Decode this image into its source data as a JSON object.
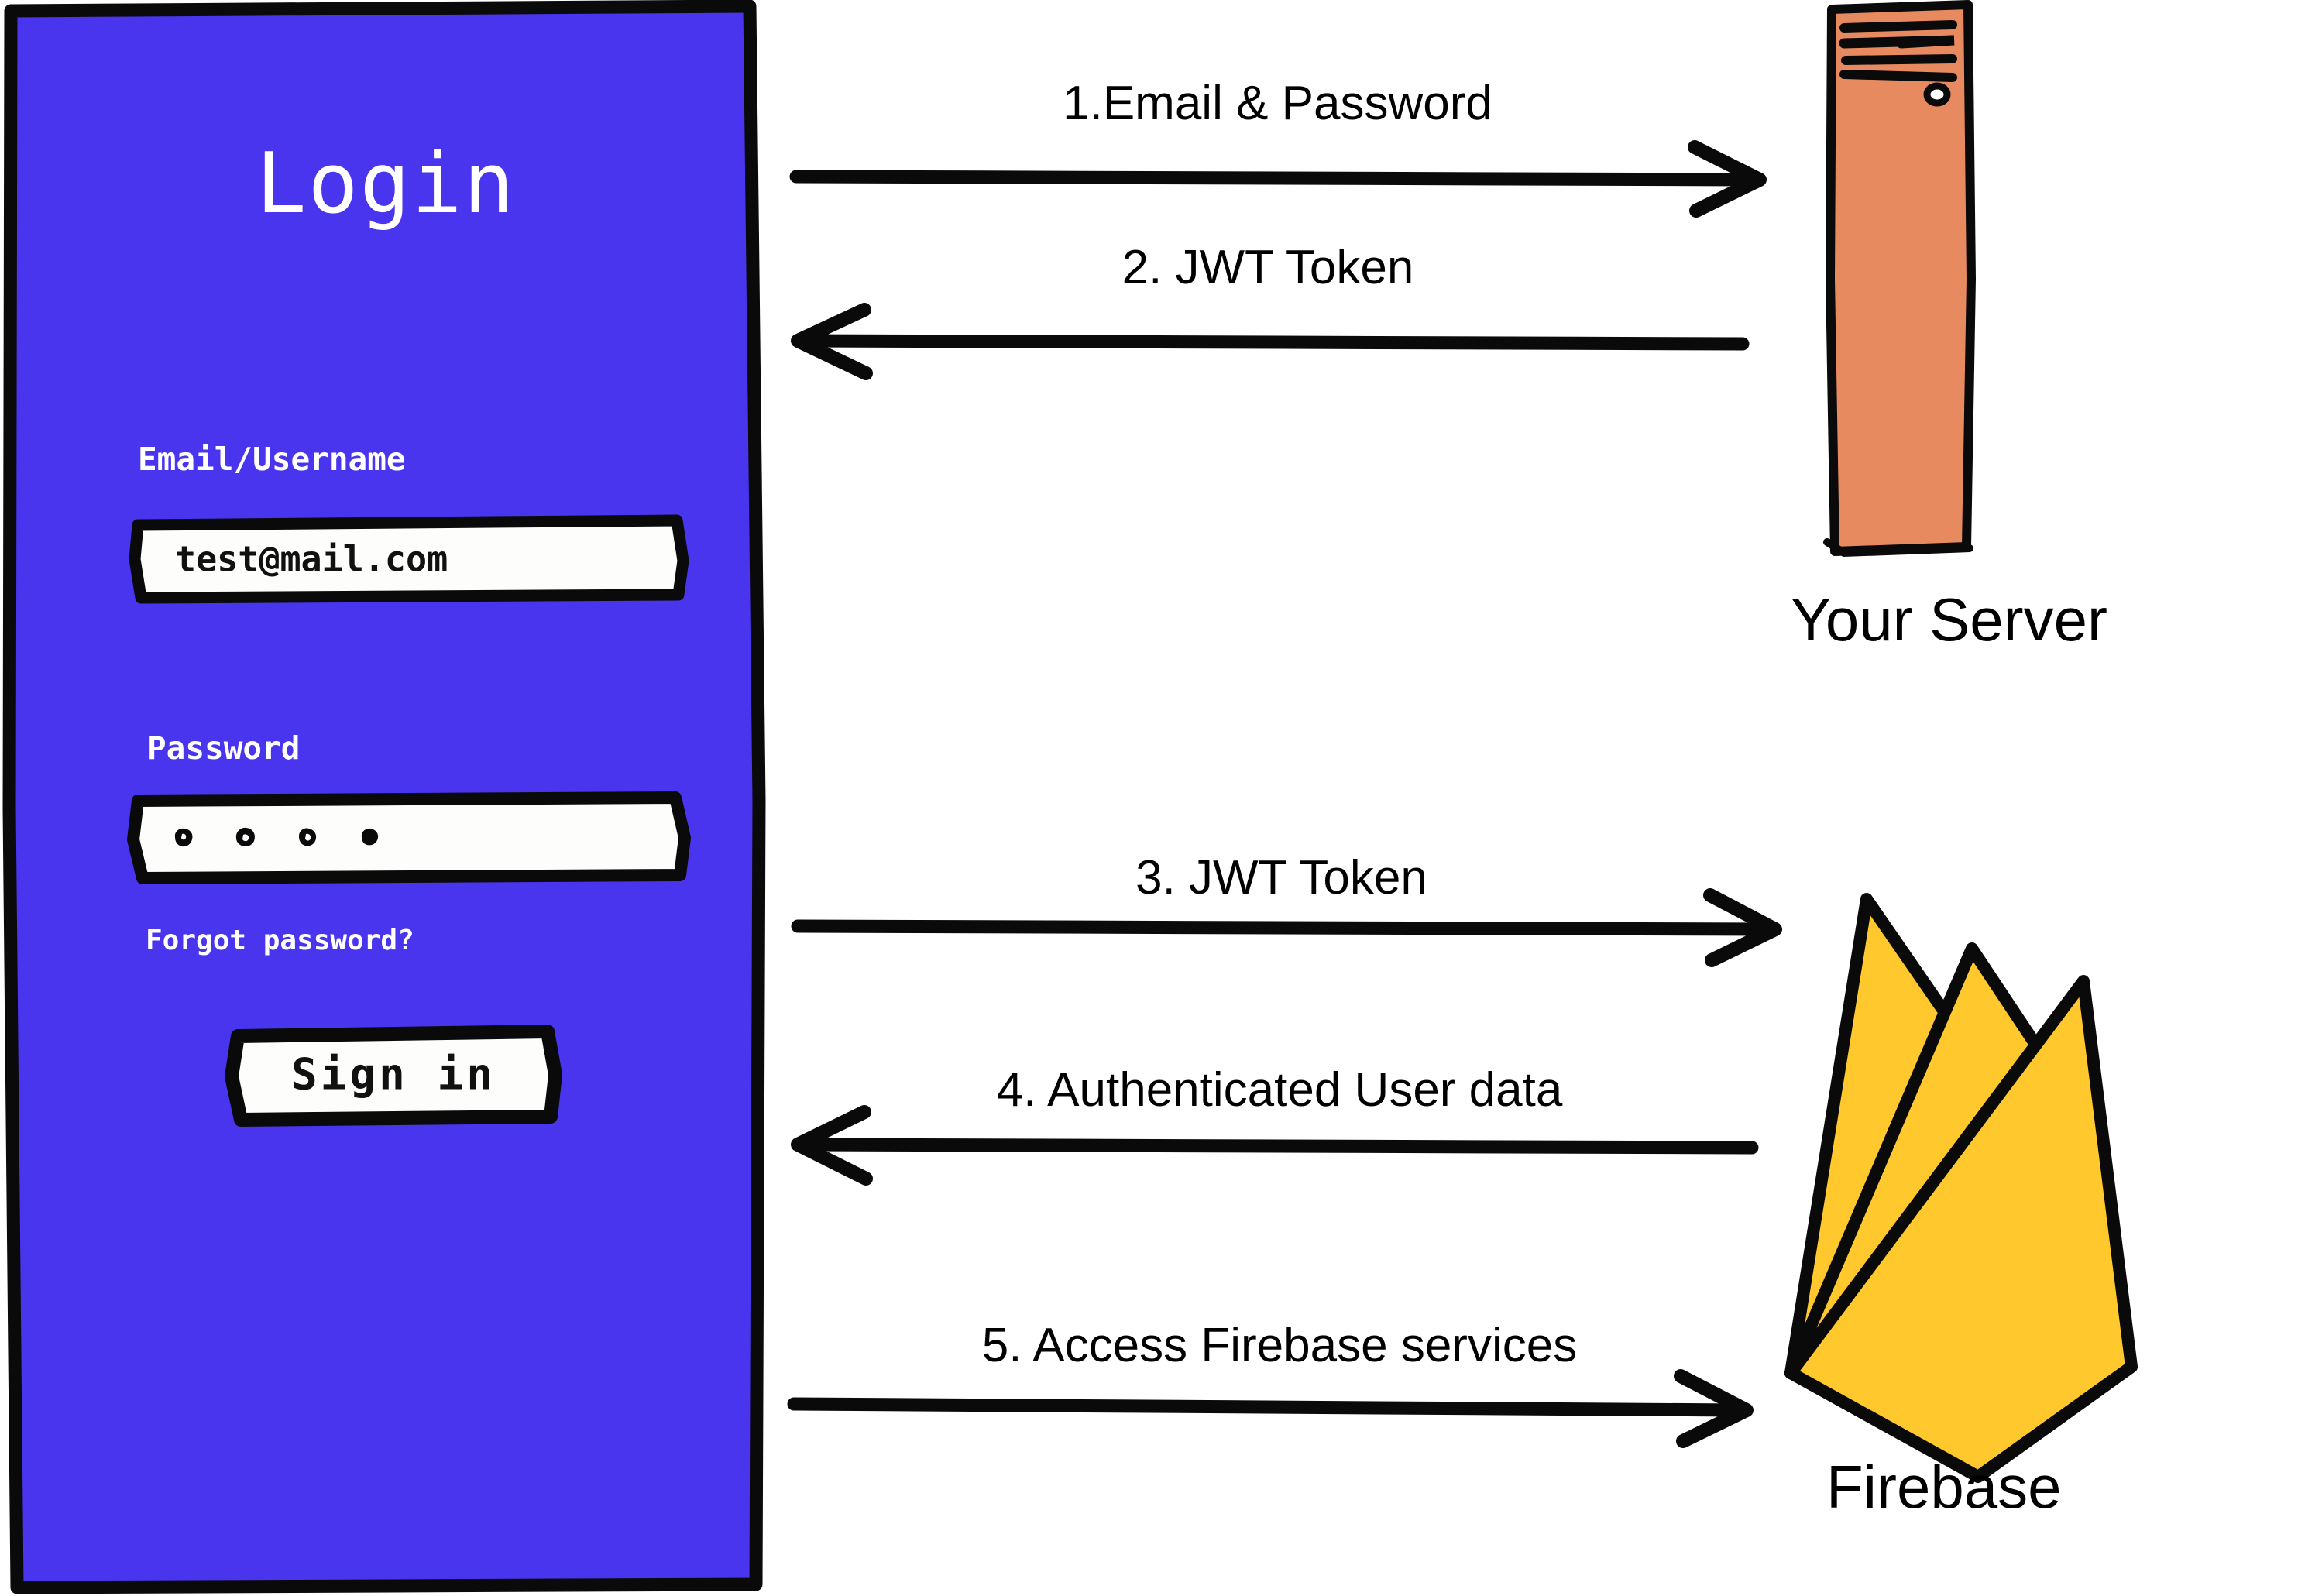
{
  "colors": {
    "panel_blue": "#4A35EF",
    "server_orange": "#E88A60",
    "firebase_yellow": "#FFC82D",
    "ink": "#111111",
    "paper": "#FFFFFF"
  },
  "login_panel": {
    "title": "Login",
    "email_label": "Email/Username",
    "email_value": "test@mail.com",
    "email_placeholder": "test@mail.com",
    "password_label": "Password",
    "password_value": "••••",
    "password_placeholder": "Password",
    "password_dot_count": 4,
    "forgot_password_link": "Forgot password?",
    "signin_button": "Sign in"
  },
  "nodes": {
    "server": {
      "caption": "Your Server",
      "icon": "server-tower-icon",
      "vent_line_count": 4,
      "has_power_button": true
    },
    "firebase": {
      "caption": "Firebase",
      "icon": "firebase-flame-icon",
      "flame_blade_count": 3
    }
  },
  "flows": [
    {
      "step": "1",
      "label": "1.Email & Password",
      "direction": "right",
      "from": "login",
      "to": "server"
    },
    {
      "step": "2",
      "label": "2. JWT Token",
      "direction": "left",
      "from": "server",
      "to": "login"
    },
    {
      "step": "3",
      "label": "3. JWT Token",
      "direction": "right",
      "from": "login",
      "to": "firebase"
    },
    {
      "step": "4",
      "label": "4. Authenticated User data",
      "direction": "left",
      "from": "firebase",
      "to": "login"
    },
    {
      "step": "5",
      "label": "5. Access Firebase services",
      "direction": "right",
      "from": "login",
      "to": "firebase"
    }
  ]
}
